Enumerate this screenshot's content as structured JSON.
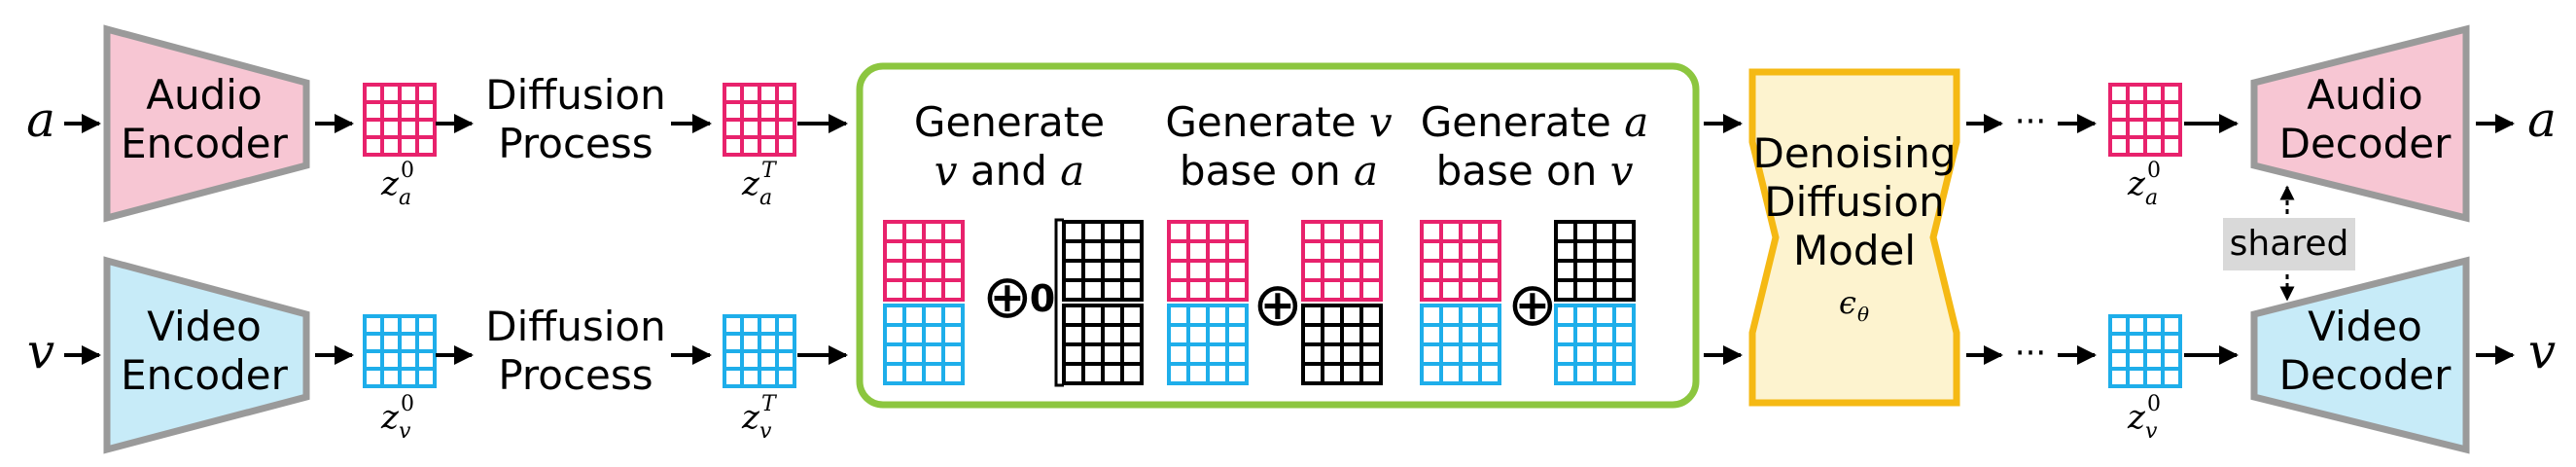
{
  "inputs": {
    "audio": "a",
    "video": "v"
  },
  "encoders": {
    "audio": [
      "Audio",
      "Encoder"
    ],
    "video": [
      "Video",
      "Encoder"
    ]
  },
  "diffusion": {
    "audio": [
      "Diffusion",
      "Process"
    ],
    "video": [
      "Diffusion",
      "Process"
    ]
  },
  "latents": {
    "z_audio_0": {
      "base": "z",
      "sub": "a",
      "sup": "0"
    },
    "z_video_0": {
      "base": "z",
      "sub": "v",
      "sup": "0"
    },
    "z_audio_T": {
      "base": "z",
      "sub": "a",
      "sup": "T"
    },
    "z_video_T": {
      "base": "z",
      "sub": "v",
      "sup": "T"
    }
  },
  "tasks": {
    "joint": {
      "line1": "Generate",
      "line2_var": "v",
      "line2_text": " and ",
      "line2_var2": "a"
    },
    "video_given_audio": {
      "line1_text": "Generate ",
      "line1_var": "v",
      "line2_text": "base on ",
      "line2_var": "a"
    },
    "audio_given_video": {
      "line1_text": "Generate ",
      "line1_var": "a",
      "line2_text": "base on ",
      "line2_var": "v"
    },
    "oplus": "⊕",
    "zero": "0"
  },
  "denoiser": {
    "lines": [
      "Denoising",
      "Diffusion",
      "Model"
    ],
    "symbol": "ϵ",
    "symbol_sub": "θ"
  },
  "ellipsis": "···",
  "decoders": {
    "audio": [
      "Audio",
      "Decoder"
    ],
    "video": [
      "Video",
      "Decoder"
    ],
    "shared_label": "shared"
  },
  "outputs": {
    "audio": "a",
    "video": "v"
  },
  "colors": {
    "audio_grid": "#e8226c",
    "video_grid": "#1eaeea",
    "noise_grid": "#000000",
    "audio_block_fill": "#f7c6d3",
    "video_block_fill": "#c7ebf8",
    "block_stroke": "#9a9a9a",
    "task_box": "#8cc63f",
    "denoiser_fill": "#fdf3cf",
    "denoiser_stroke": "#f5b914",
    "shared_fill": "#d9d9d9"
  }
}
